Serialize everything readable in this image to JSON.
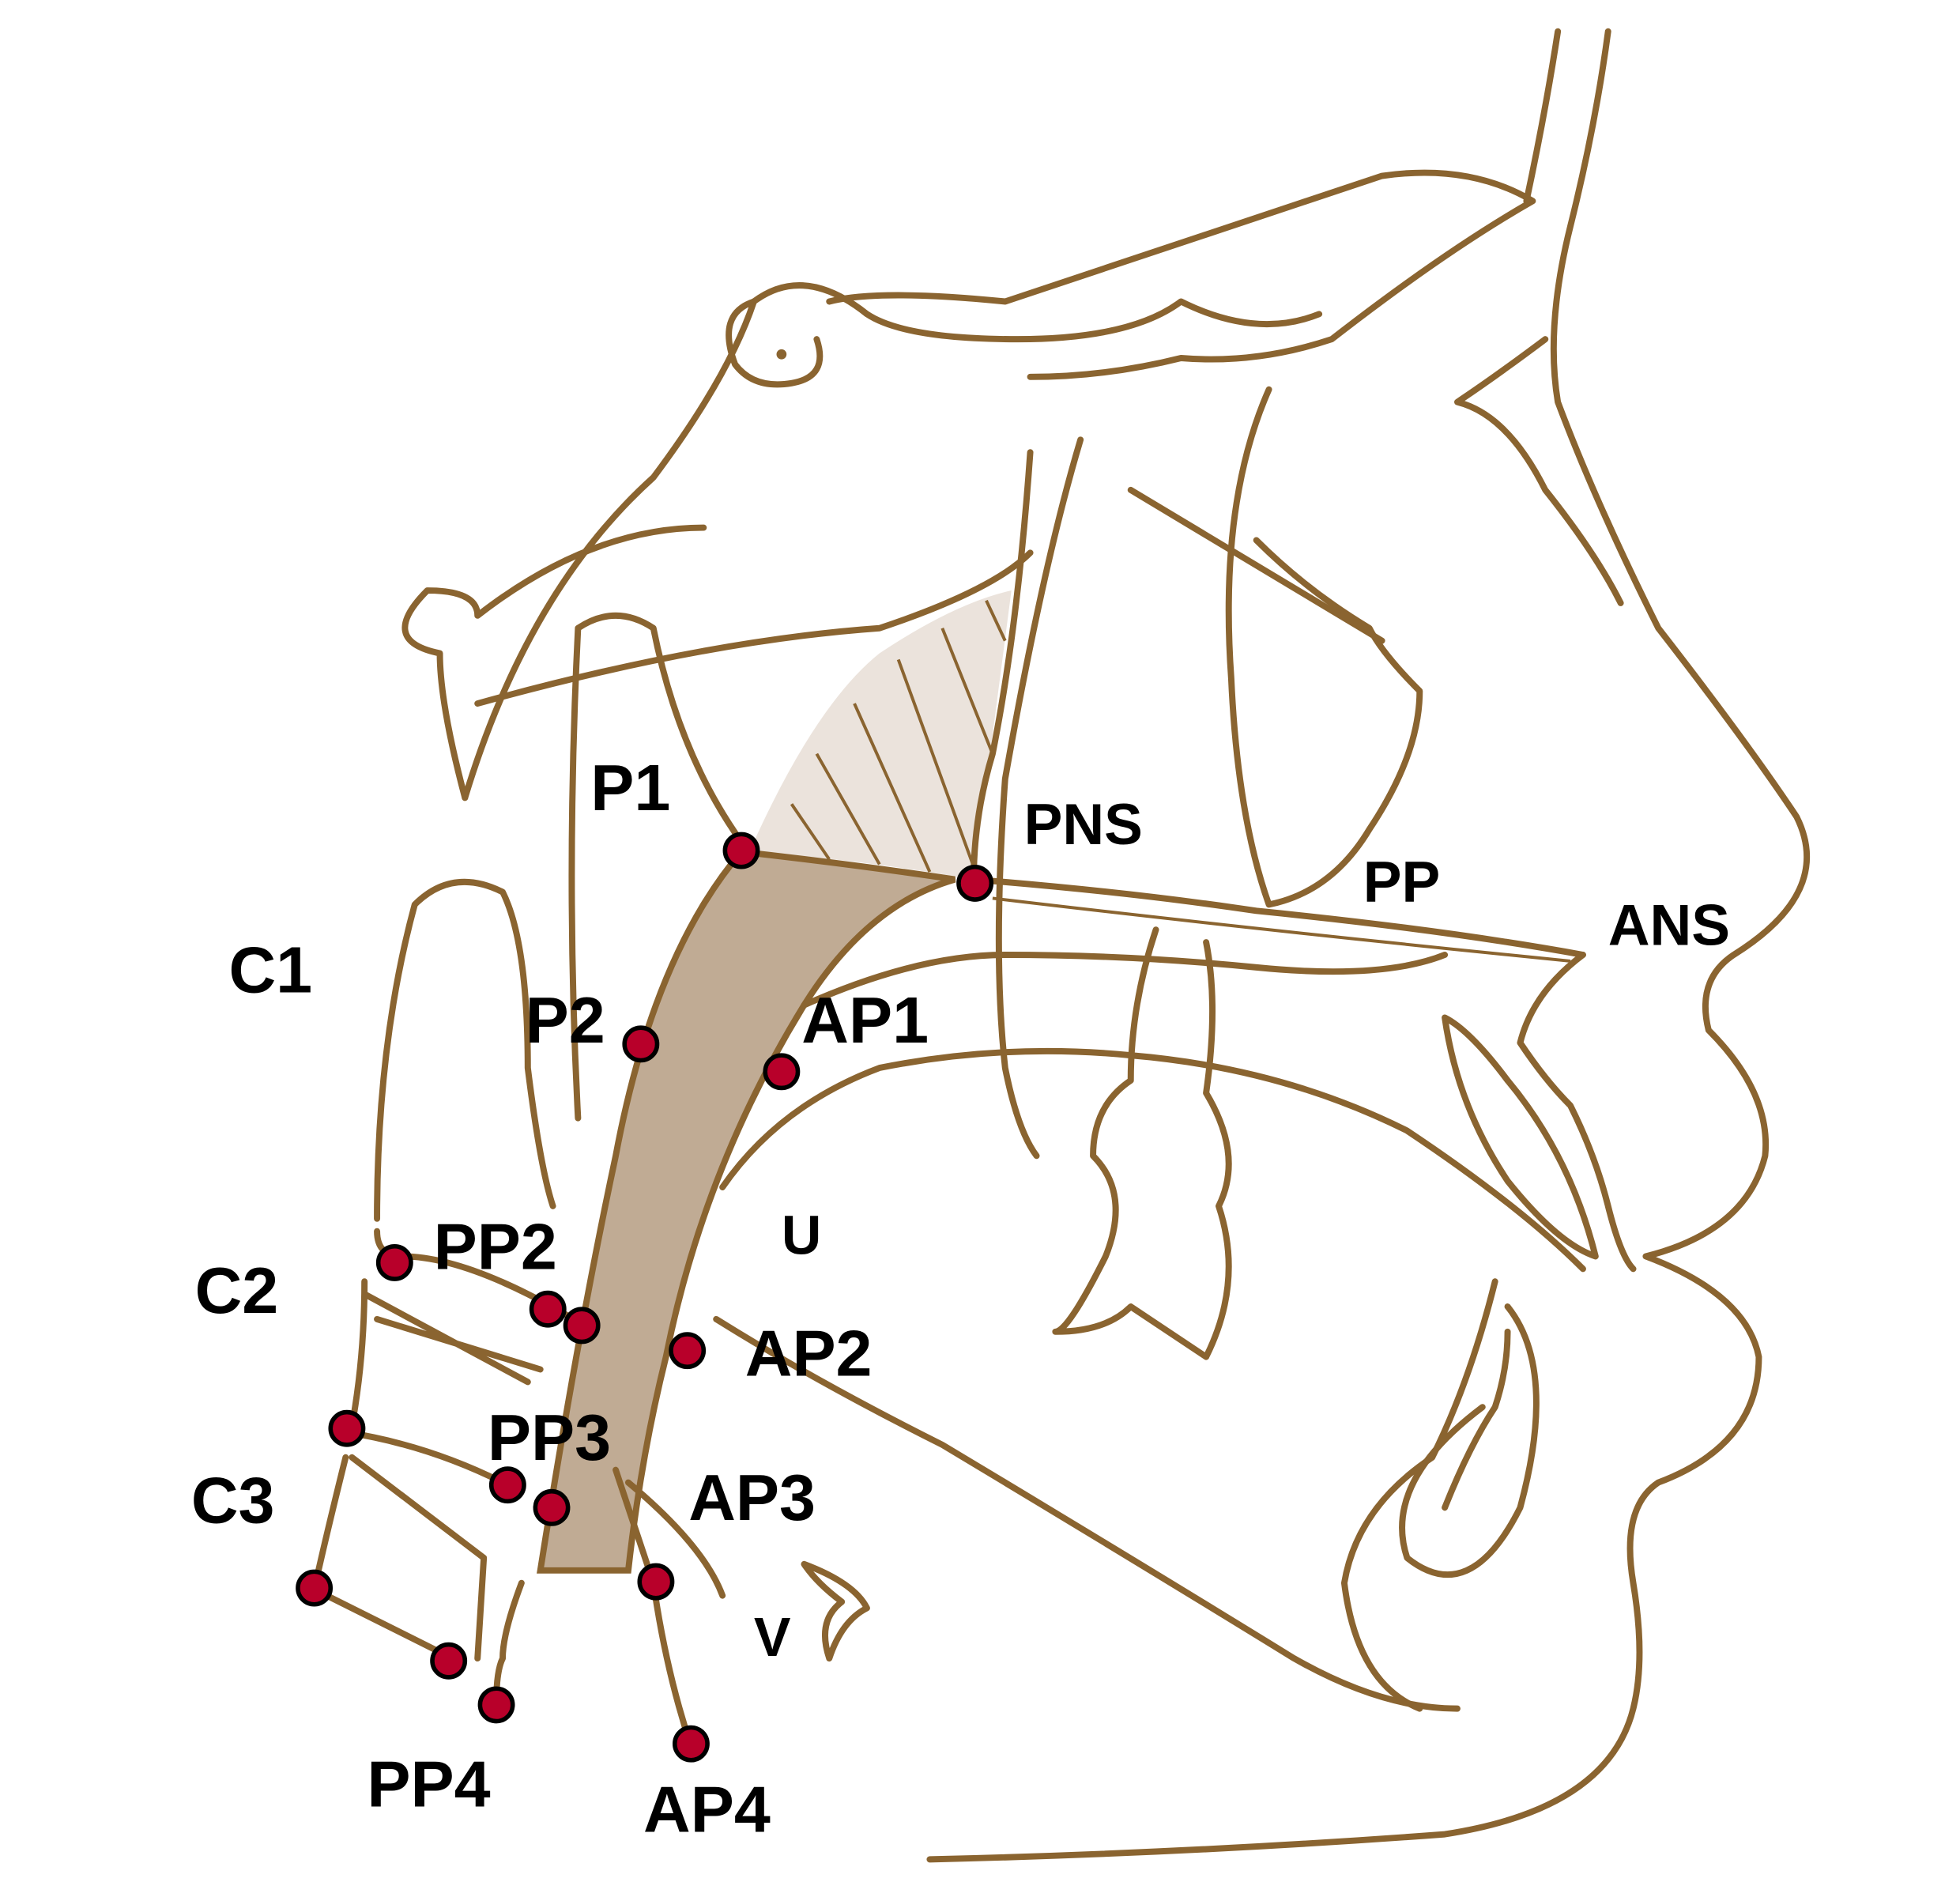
{
  "diagram": {
    "colors": {
      "line": "#8a6430",
      "airway_fill": "#c0ab94",
      "hatched_fill": "#ebe3dc",
      "point": "#b8002a"
    },
    "labels": {
      "P1": "P1",
      "P2": "P2",
      "PNS": "PNS",
      "PP": "PP",
      "ANS": "ANS",
      "C1": "C1",
      "C2": "C2",
      "C3": "C3",
      "AP1": "AP1",
      "AP2": "AP2",
      "AP3": "AP3",
      "AP4": "AP4",
      "PP2": "PP2",
      "PP3": "PP3",
      "PP4": "PP4",
      "U": "U",
      "V": "V"
    }
  }
}
